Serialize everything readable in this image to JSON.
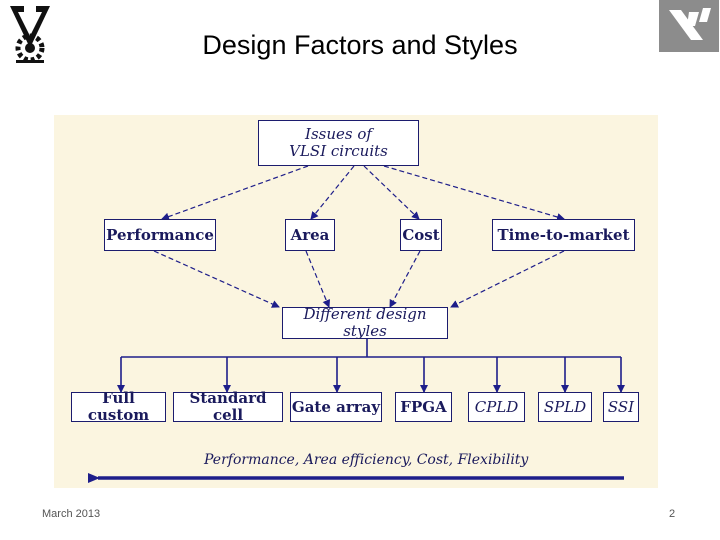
{
  "slide": {
    "title": "Design Factors and Styles",
    "date": "March 2013",
    "page": "2"
  },
  "diagram": {
    "top": "Issues of\nVLSI circuits",
    "factors": [
      "Performance",
      "Area",
      "Cost",
      "Time-to-market"
    ],
    "middle": "Different design styles",
    "styles": [
      "Full custom",
      "Standard cell",
      "Gate array",
      "FPGA",
      "CPLD",
      "SPLD",
      "SSI"
    ],
    "trend": "Performance, Area efficiency, Cost, Flexibility"
  },
  "colors": {
    "diagram_bg": "#fbf5e0",
    "ink": "#1c1c6e",
    "arrow": "#1e1e8a"
  }
}
